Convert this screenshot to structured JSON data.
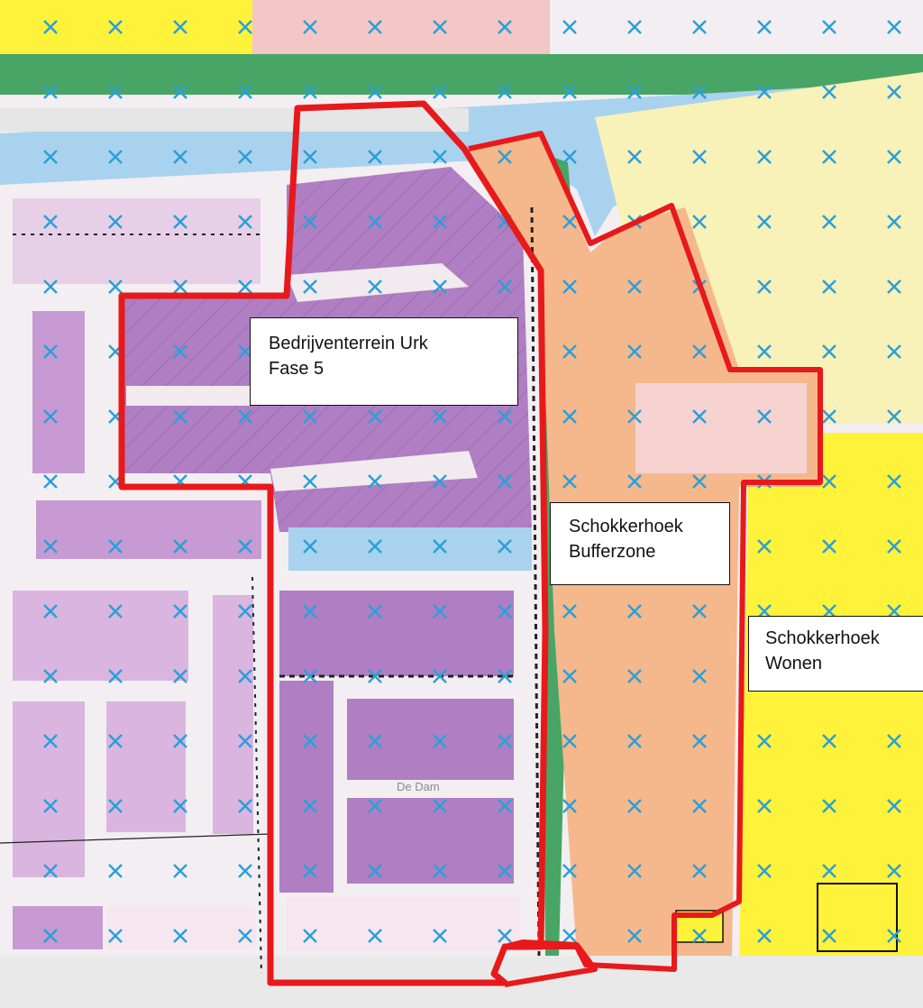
{
  "map": {
    "zones": [
      {
        "id": "fase5",
        "lines": [
          "Bedrijventerrein Urk",
          "Fase 5"
        ]
      },
      {
        "id": "buffer",
        "lines": [
          "Schokkerhoek",
          "Bufferzone"
        ]
      },
      {
        "id": "wonen",
        "lines": [
          "Schokkerhoek",
          "Wonen"
        ]
      }
    ],
    "street_labels": [
      "De Dam"
    ]
  },
  "colors": {
    "boundary": "#e8191b",
    "bedrijf": "#b07ec2",
    "bedrijf_light": "#e7cfe8",
    "buffer": "#f4b88c",
    "wonen": "#fff23a",
    "water": "#a9d2ee",
    "groen": "#48a566",
    "marker": "#2aa0d8"
  },
  "legend_symbols": [
    "cross-marker",
    "plus-marker"
  ]
}
